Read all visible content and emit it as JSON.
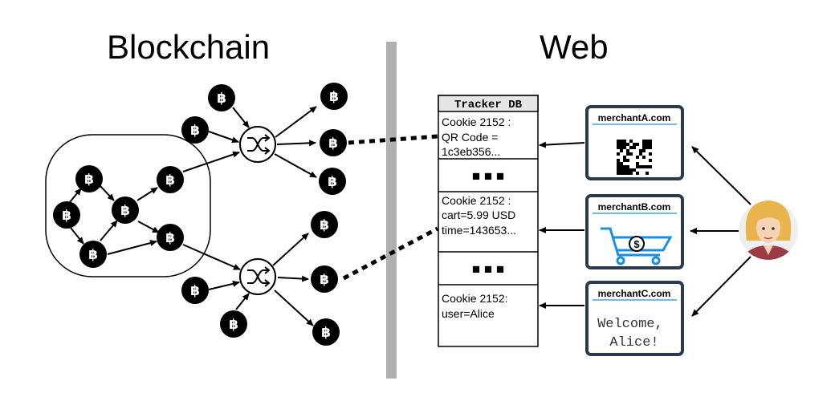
{
  "headings": {
    "left": "Blockchain",
    "right": "Web"
  },
  "coin_symbol": "฿",
  "tracker_db": {
    "title": "Tracker DB",
    "records": [
      [
        "Cookie 2152 :",
        "QR Code =",
        "1c3eb356..."
      ],
      [
        "Cookie 2152 :",
        "cart=5.99 USD",
        "time=143653..."
      ],
      [
        "Cookie 2152:",
        "user=Alice"
      ]
    ],
    "ellipsis": "■ ■ ■"
  },
  "merchants": [
    {
      "domain": "merchantA.com",
      "content": "qr-code-icon"
    },
    {
      "domain": "merchantB.com",
      "content": "shopping-cart-icon",
      "cart_symbol": "$"
    },
    {
      "domain": "merchantC.com",
      "content_lines": [
        "Welcome,",
        "Alice!"
      ]
    }
  ],
  "colors": {
    "coin": "#000000",
    "divider": "#b0b0b0",
    "merchant_border": "#2d3a4a",
    "merchant_underline": "#4a9fd8",
    "cart_blue": "#1a8fe0",
    "user_hair": "#e9b44c",
    "user_skin": "#f6d3b5",
    "user_shirt": "#9c3a45"
  }
}
